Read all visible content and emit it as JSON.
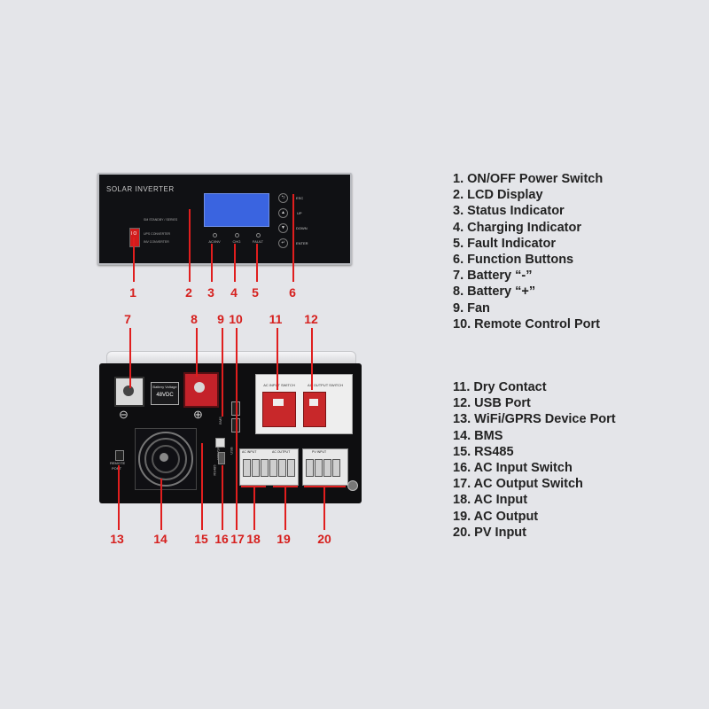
{
  "front_panel": {
    "brand_text": "SOLAR INVERTER",
    "switch_glyph": "I O",
    "mode_labels": [
      "SM STANDBY / SERIES",
      "UPS CONVERTER",
      "INV CONVERTER"
    ],
    "indicators": [
      "AC/INV",
      "CHG",
      "FAULT"
    ],
    "buttons": [
      {
        "icon": "back-arrow-icon",
        "glyph": "⮌",
        "label": "ESC"
      },
      {
        "icon": "arrow-up-icon",
        "glyph": "▲",
        "label": "UP"
      },
      {
        "icon": "arrow-down-icon",
        "glyph": "▼",
        "label": "DOWN"
      },
      {
        "icon": "enter-icon",
        "glyph": "↵",
        "label": "ENTER"
      }
    ],
    "lcd_color": "#3a64e0"
  },
  "rear_panel": {
    "battery_label_line1": "Battery Voltage",
    "battery_label_line2": "48VDC",
    "minus_symbol": "⊖",
    "plus_symbol": "⊕",
    "remote_port_label_1": "REMOTE",
    "remote_port_label_2": "PORT",
    "ac_input_switch_label": "AC INPUT SWITCH",
    "ac_output_switch_label": "AC OUTPUT SWITCH",
    "terminal_label_ac_input": "AC INPUT",
    "terminal_label_ac_output": "AC OUTPUT",
    "terminal_label_pv_input": "PV INPUT",
    "port_label_bms": "BMS",
    "port_label_usb": "USB",
    "port_label_wifi": "WiFi/GPRS",
    "port_label_rs485": "RS485",
    "breaker_color": "#c8282a"
  },
  "callouts": [
    "1",
    "2",
    "3",
    "4",
    "5",
    "6",
    "7",
    "8",
    "9",
    "10",
    "11",
    "12",
    "13",
    "14",
    "15",
    "16",
    "17",
    "18",
    "19",
    "20"
  ],
  "legend": [
    "1. ON/OFF Power Switch",
    "2. LCD Display",
    "3. Status Indicator",
    "4. Charging Indicator",
    "5. Fault Indicator",
    "6. Function Buttons",
    "7. Battery “-”",
    "8. Battery “+”",
    "9. Fan",
    "10. Remote Control Port",
    "11. Dry Contact",
    "12. USB Port",
    "13. WiFi/GPRS Device Port",
    "14. BMS",
    "15. RS485",
    "16. AC Input Switch",
    "17. AC Output Switch",
    "18. AC Input",
    "19. AC Output",
    "20. PV Input"
  ],
  "colors": {
    "callout_red": "#d6201e",
    "panel_black": "#0e0e10",
    "background": "#e4e5e9"
  }
}
